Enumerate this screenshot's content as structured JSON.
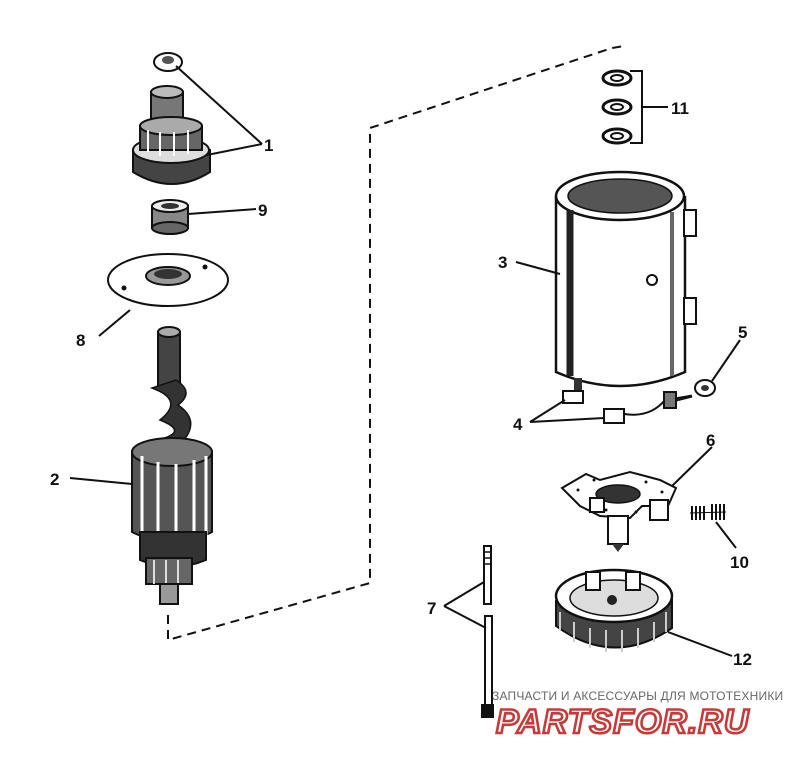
{
  "callouts": {
    "c1": "1",
    "c2": "2",
    "c3": "3",
    "c4": "4",
    "c5": "5",
    "c6": "6",
    "c7": "7",
    "c8": "8",
    "c9": "9",
    "c10": "10",
    "c11": "11",
    "c12": "12"
  },
  "watermark": {
    "tagline": "ЗАПЧАСТИ И АКСЕССУАРЫ ДЛЯ МОТОТЕХНИКИ",
    "logo": "PARTSFOR.RU"
  }
}
